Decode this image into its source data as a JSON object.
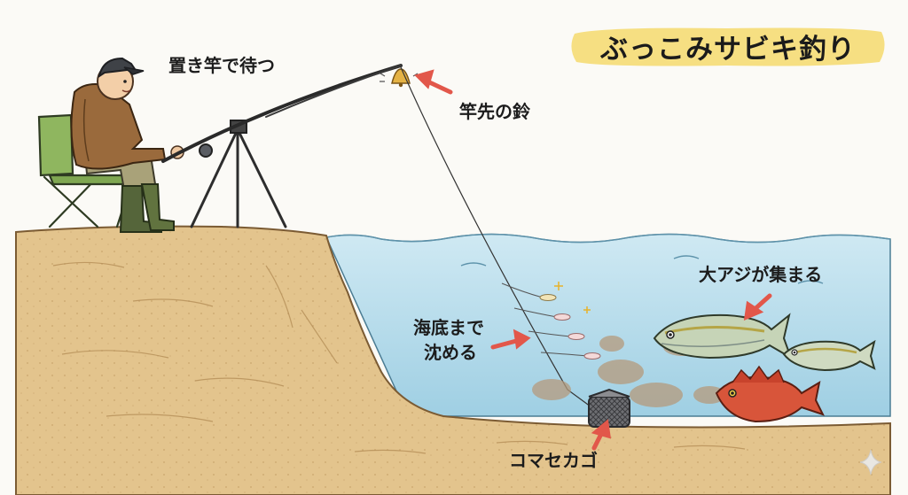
{
  "title": "ぶっこみサビキ釣り",
  "labels": {
    "angler": "置き竿で待つ",
    "bell": "竿先の鈴",
    "sink_line1": "海底まで",
    "sink_line2": "沈める",
    "fish": "大アジが集まる",
    "feeder": "コマセカゴ"
  },
  "colors": {
    "water": "#b9dceb",
    "sand": "#e3c48d",
    "banner": "#f6df82",
    "arrow": "#e2574a"
  }
}
